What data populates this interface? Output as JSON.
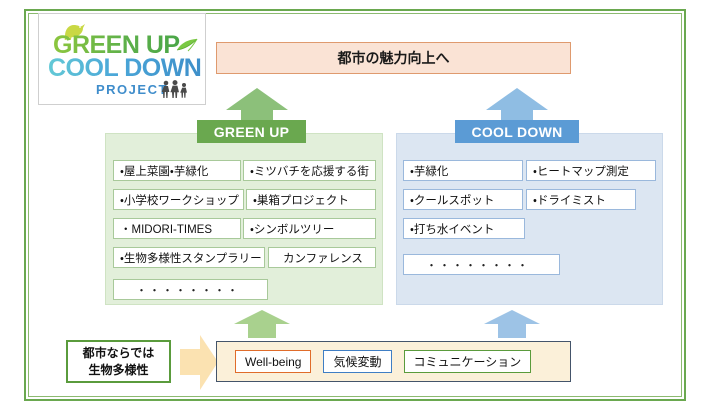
{
  "logo": {
    "line1": "GREEN UP",
    "line2": "COOL DOWN",
    "line3": "PROJECT",
    "bird_icon": "bird-icon",
    "leaf_icon": "leaf-icon",
    "people_icon": "people-icon",
    "green": "#6aa84f",
    "blue": "#4aa6d8"
  },
  "banner": {
    "title": "都市の魅力向上へ",
    "fill": "#fae3d5",
    "border": "#df9a6e"
  },
  "green_panel": {
    "header": "GREEN UP",
    "header_fill": "#6aa84f",
    "panel_fill": "#e2efda",
    "items": [
      {
        "label": "・屋上菜園・芋緑化"
      },
      {
        "label": "・ミツバチを応援する街"
      },
      {
        "label": "・小学校ワークショップ"
      },
      {
        "label": "・巣箱プロジェクト"
      },
      {
        "label": "・MIDORI-TIMES"
      },
      {
        "label": "・シンボルツリー"
      },
      {
        "label": "・生物多様性スタンプラリー"
      },
      {
        "label": "カンファレンス"
      },
      {
        "label": "・・・・・・・・"
      }
    ]
  },
  "blue_panel": {
    "header": "COOL DOWN",
    "header_fill": "#5b9bd5",
    "panel_fill": "#dce6f2",
    "items": [
      {
        "label": "・芋緑化"
      },
      {
        "label": "・ヒートマップ測定"
      },
      {
        "label": "・クールスポット"
      },
      {
        "label": "・ドライミスト"
      },
      {
        "label": "・打ち水イベント"
      },
      {
        "label": "・・・・・・・・"
      }
    ]
  },
  "concept": {
    "line1": "都市ならでは",
    "line2": "生物多様性",
    "border": "#5a9b3c"
  },
  "tag_bar": {
    "fill": "#fbf0d9",
    "border": "#44546a",
    "tags": [
      {
        "label": "Well-being",
        "border": "#e06c2a"
      },
      {
        "label": "気候変動",
        "border": "#3f7ec4"
      },
      {
        "label": "コミュニケーション",
        "border": "#5a9b3c"
      }
    ]
  },
  "arrows": {
    "green_up_top": "arrow-up-green-icon",
    "blue_up_top": "arrow-up-blue-icon",
    "green_up_bottom": "arrow-up-green-light-icon",
    "blue_up_bottom": "arrow-up-blue-light-icon",
    "yellow_right": "arrow-right-yellow-icon"
  }
}
